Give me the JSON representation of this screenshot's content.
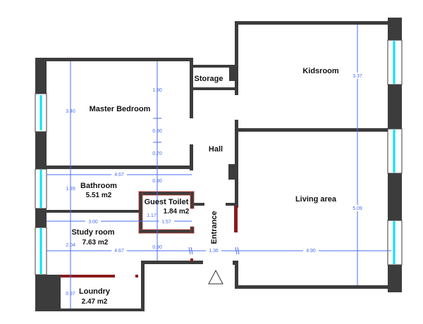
{
  "rooms": {
    "master_bedroom": {
      "name": "Master Bedroom"
    },
    "storage": {
      "name": "Storage"
    },
    "kidsroom": {
      "name": "Kidsroom"
    },
    "hall": {
      "name": "Hall"
    },
    "bathroom": {
      "name": "Bathroom",
      "area": "5.51 m2"
    },
    "guest_toilet": {
      "name": "Guest Toilet",
      "area": "1.84 m2"
    },
    "living_area": {
      "name": "Living area"
    },
    "study_room": {
      "name": "Study room",
      "area": "7.63 m2"
    },
    "entrance": {
      "name": "Entrance"
    },
    "loundry": {
      "name": "Loundry",
      "area": "2.47 m2"
    }
  },
  "dimensions": {
    "bedroom_height": "3.40",
    "bedroom_a": "1.90",
    "bedroom_b": "0.80",
    "bedroom_c": "0.70",
    "width_top": "4.67",
    "gap_1": "0.80",
    "bathroom_height": "1.39",
    "toilet_height": "1.17",
    "study_width_a": "3.00",
    "toilet_width": "1.57",
    "study_height": "2.04",
    "width_mid": "4.67",
    "gap_2": "0.90",
    "entrance_width": "1.36",
    "living_width": "4.90",
    "kids_height": "3.37",
    "living_height": "5.09",
    "loundry_height": "0.97"
  },
  "colors": {
    "wall": "#3c3c3c",
    "window": "#00e5ff",
    "dimension": "#4a6cf7",
    "red_wall": "#8b1c1c"
  }
}
